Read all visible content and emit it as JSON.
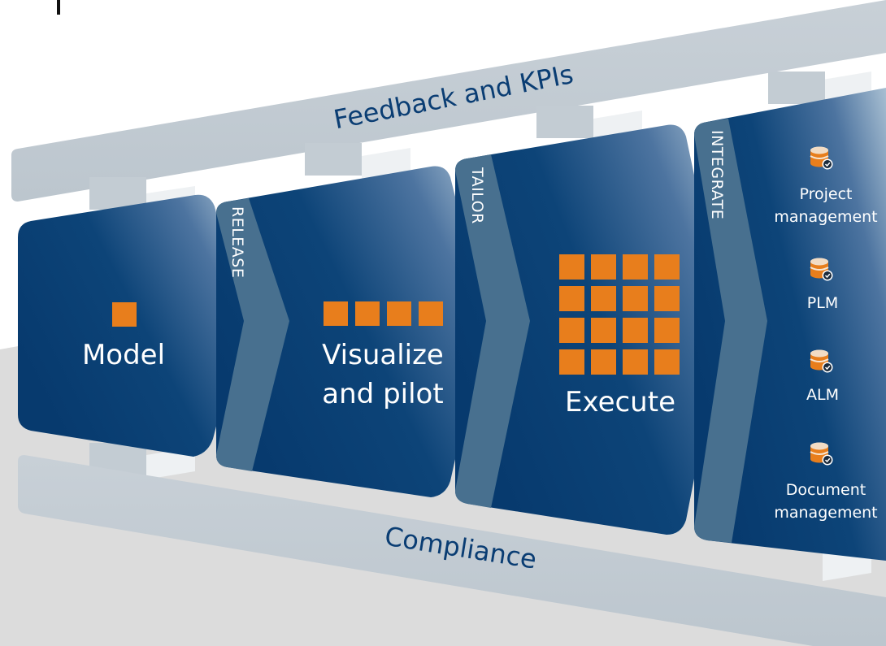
{
  "bands": {
    "top": "Feedback and KPIs",
    "bottom": "Compliance"
  },
  "panels": {
    "model": {
      "label": "Model"
    },
    "visualize": {
      "line1": "Visualize",
      "line2": "and pilot"
    },
    "execute": {
      "label": "Execute"
    }
  },
  "transitions": {
    "release": "RELEASE",
    "tailor": "TAILOR",
    "integrate": "INTEGRATE"
  },
  "systems": [
    {
      "line1": "Project",
      "line2": "management"
    },
    {
      "line1": "PLM",
      "line2": ""
    },
    {
      "line1": "ALM",
      "line2": ""
    },
    {
      "line1": "Document",
      "line2": "management"
    }
  ],
  "colors": {
    "navy": "#073a6e",
    "strip": "#48708f",
    "orange": "#e87e1c",
    "band": "#c3ccd3",
    "floor": "#dadada"
  }
}
